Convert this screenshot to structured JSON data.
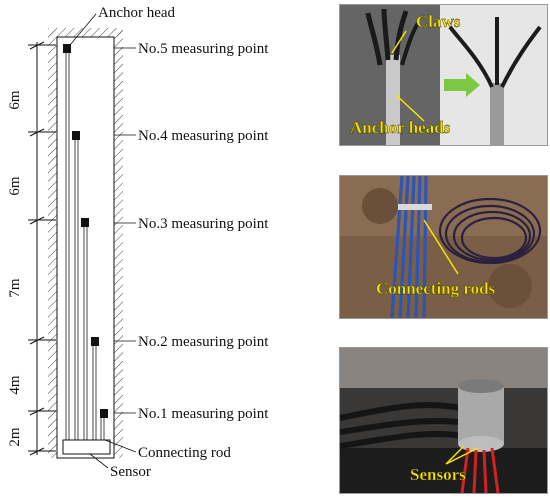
{
  "diagram": {
    "top_label": "Anchor head",
    "points": [
      {
        "label": "No.5 measuring point"
      },
      {
        "label": "No.4 measuring point"
      },
      {
        "label": "No.3 measuring point"
      },
      {
        "label": "No.2 measuring point"
      },
      {
        "label": "No.1 measuring point"
      }
    ],
    "connecting_rod_label": "Connecting rod",
    "sensor_label": "Sensor",
    "dimensions": [
      "6m",
      "6m",
      "7m",
      "4m",
      "2m"
    ]
  },
  "photos": [
    {
      "labels": [
        "Claws",
        "Anchor heads"
      ]
    },
    {
      "labels": [
        "Connecting rods"
      ]
    },
    {
      "labels": [
        "Sensors"
      ]
    }
  ],
  "colors": {
    "caption": "#f5e400",
    "arrow_green": "#7dc843",
    "rod_blue": "#2c55b8",
    "cable_red": "#d42020"
  }
}
